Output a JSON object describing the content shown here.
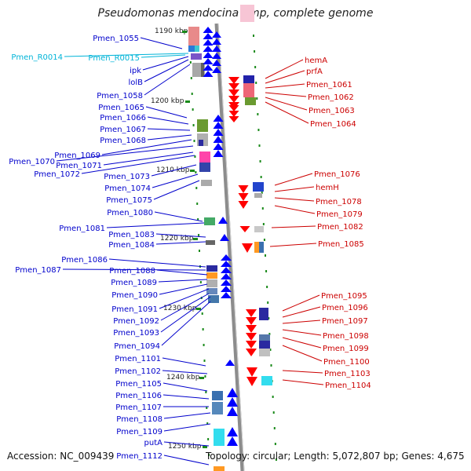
{
  "title": "Pseudomonas mendocina ymp, complete genome",
  "footer": {
    "accession": "Accession: NC_009439",
    "topology": "Topology: circular; Length: 5,072,807 bp; Genes: 4,675"
  },
  "colors": {
    "left_gene_label": "#0000cc",
    "right_gene_label": "#cc0000",
    "rna_label": "#00b4d8",
    "forward_arrow": "#0000ff",
    "reverse_arrow": "#ff0000",
    "ruler_tick": "#1a8a1a",
    "backbone": "#8c8c8c"
  },
  "scale_marks": [
    {
      "label": "1190 kbp",
      "side": "left"
    },
    {
      "label": "1200 kbp",
      "side": "left"
    },
    {
      "label": "1210 kbp",
      "side": "left"
    },
    {
      "label": "1220 kbp",
      "side": "left"
    },
    {
      "label": "1230 kbp",
      "side": "left"
    },
    {
      "label": "1240 kbp",
      "side": "left"
    },
    {
      "label": "1250 kbp",
      "side": "left"
    }
  ],
  "left_labels": [
    {
      "text": "Pmen_1055",
      "type": "gene"
    },
    {
      "text": "Pmen_R0014",
      "type": "rna"
    },
    {
      "text": "Pmen_R0015",
      "type": "rna"
    },
    {
      "text": "ipk",
      "type": "gene"
    },
    {
      "text": "lolB",
      "type": "gene"
    },
    {
      "text": "Pmen_1058",
      "type": "gene"
    },
    {
      "text": "Pmen_1065",
      "type": "gene"
    },
    {
      "text": "Pmen_1066",
      "type": "gene"
    },
    {
      "text": "Pmen_1067",
      "type": "gene"
    },
    {
      "text": "Pmen_1068",
      "type": "gene"
    },
    {
      "text": "Pmen_1069",
      "type": "gene"
    },
    {
      "text": "Pmen_1070",
      "type": "gene"
    },
    {
      "text": "Pmen_1071",
      "type": "gene"
    },
    {
      "text": "Pmen_1072",
      "type": "gene"
    },
    {
      "text": "Pmen_1073",
      "type": "gene"
    },
    {
      "text": "Pmen_1074",
      "type": "gene"
    },
    {
      "text": "Pmen_1075",
      "type": "gene"
    },
    {
      "text": "Pmen_1080",
      "type": "gene"
    },
    {
      "text": "Pmen_1081",
      "type": "gene"
    },
    {
      "text": "Pmen_1083",
      "type": "gene"
    },
    {
      "text": "Pmen_1084",
      "type": "gene"
    },
    {
      "text": "Pmen_1086",
      "type": "gene"
    },
    {
      "text": "Pmen_1087",
      "type": "gene"
    },
    {
      "text": "Pmen_1088",
      "type": "gene"
    },
    {
      "text": "Pmen_1089",
      "type": "gene"
    },
    {
      "text": "Pmen_1090",
      "type": "gene"
    },
    {
      "text": "Pmen_1091",
      "type": "gene"
    },
    {
      "text": "Pmen_1092",
      "type": "gene"
    },
    {
      "text": "Pmen_1093",
      "type": "gene"
    },
    {
      "text": "Pmen_1094",
      "type": "gene"
    },
    {
      "text": "Pmen_1101",
      "type": "gene"
    },
    {
      "text": "Pmen_1102",
      "type": "gene"
    },
    {
      "text": "Pmen_1105",
      "type": "gene"
    },
    {
      "text": "Pmen_1106",
      "type": "gene"
    },
    {
      "text": "Pmen_1107",
      "type": "gene"
    },
    {
      "text": "Pmen_1108",
      "type": "gene"
    },
    {
      "text": "Pmen_1109",
      "type": "gene"
    },
    {
      "text": "putA",
      "type": "gene"
    },
    {
      "text": "Pmen_1112",
      "type": "gene"
    }
  ],
  "right_labels": [
    {
      "text": "hemA"
    },
    {
      "text": "prfA"
    },
    {
      "text": "Pmen_1061"
    },
    {
      "text": "Pmen_1062"
    },
    {
      "text": "Pmen_1063"
    },
    {
      "text": "Pmen_1064"
    },
    {
      "text": "Pmen_1076"
    },
    {
      "text": "hemH"
    },
    {
      "text": "Pmen_1078"
    },
    {
      "text": "Pmen_1079"
    },
    {
      "text": "Pmen_1082"
    },
    {
      "text": "Pmen_1085"
    },
    {
      "text": "Pmen_1095"
    },
    {
      "text": "Pmen_1096"
    },
    {
      "text": "Pmen_1097"
    },
    {
      "text": "Pmen_1098"
    },
    {
      "text": "Pmen_1099"
    },
    {
      "text": "Pmen_1100"
    },
    {
      "text": "Pmen_1103"
    },
    {
      "text": "Pmen_1104"
    }
  ]
}
